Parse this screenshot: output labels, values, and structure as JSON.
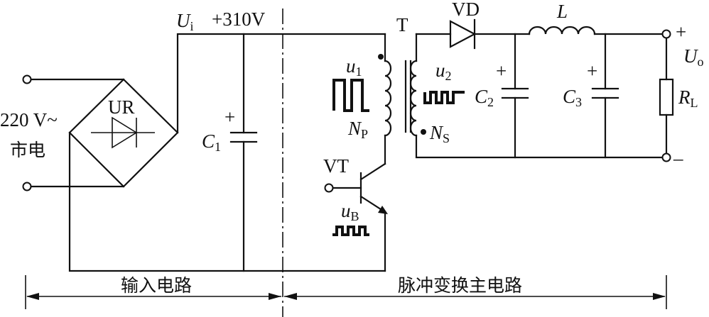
{
  "labels": {
    "ui_main": "U",
    "ui_sub": "i",
    "voltage": "+310V",
    "transformer": "T",
    "diode_vd": "VD",
    "inductor": "L",
    "u1_main": "u",
    "u1_sub": "1",
    "u2_main": "u",
    "u2_sub": "2",
    "c2_main": "C",
    "c2_sub": "2",
    "c3_main": "C",
    "c3_sub": "3",
    "c1_main": "C",
    "c1_sub": "1",
    "rl_main": "R",
    "rl_sub": "L",
    "uo_main": "U",
    "uo_sub": "o",
    "np_main": "N",
    "np_sub": "P",
    "ns_main": "N",
    "ns_sub": "S",
    "mains_voltage": "220 V~",
    "mains_label": "市电",
    "bridge": "UR",
    "transistor": "VT",
    "ub_main": "u",
    "ub_sub": "B",
    "plus": "+",
    "minus": "–",
    "section_input": "输入电路",
    "section_main": "脉冲变换主电路"
  }
}
